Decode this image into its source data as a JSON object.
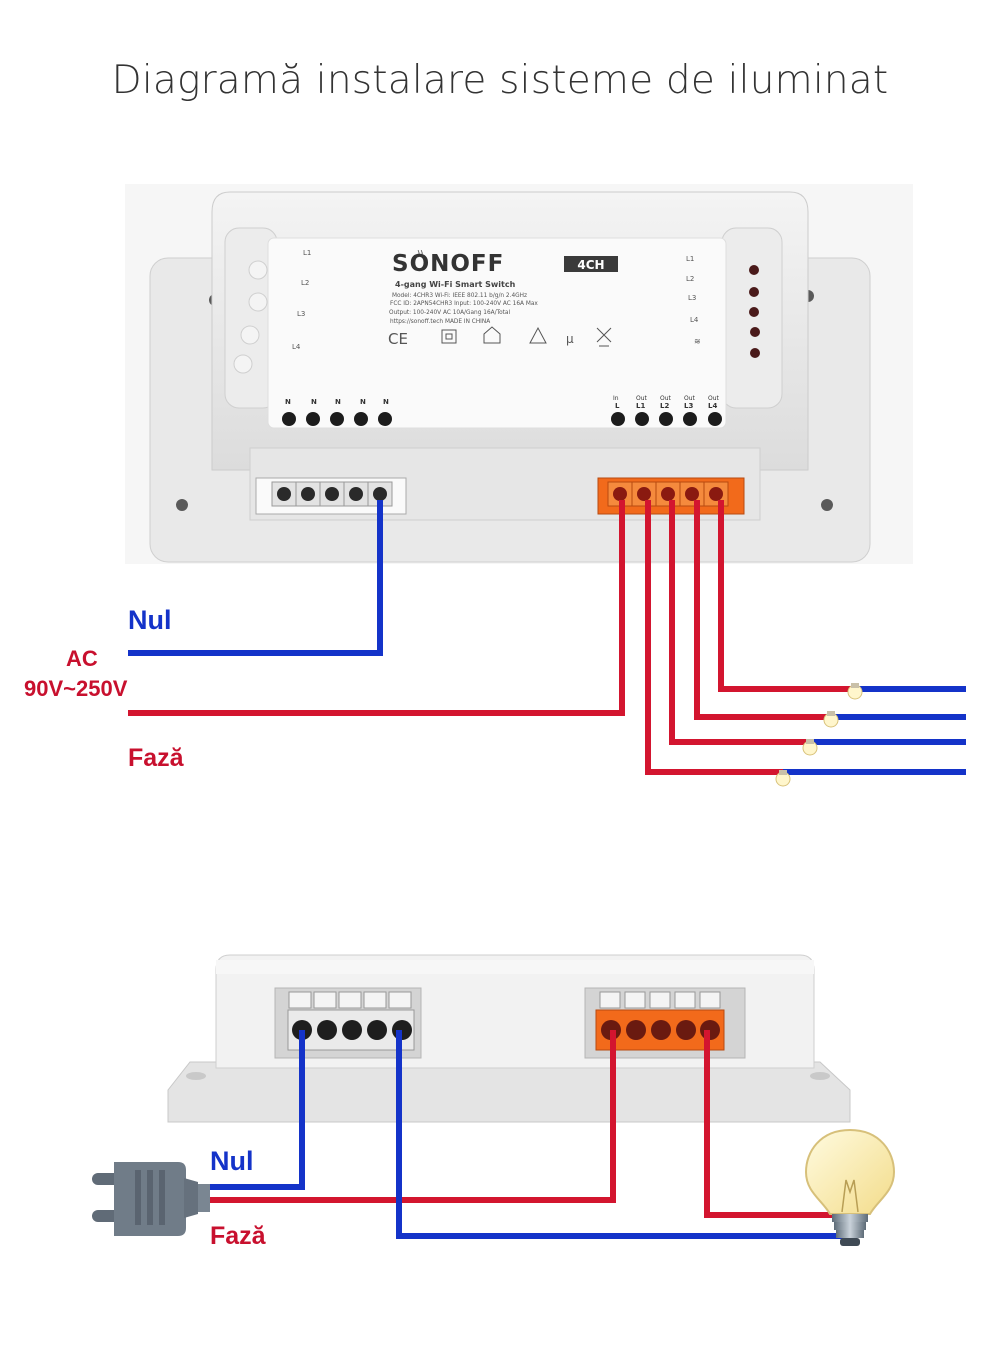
{
  "title": "Diagramă instalare sisteme de iluminat",
  "colors": {
    "neutral_wire": "#1433c9",
    "phase_wire": "#d3152f",
    "terminal_orange": "#f26a1b",
    "device_body": "#f1f1f1"
  },
  "top_diagram": {
    "label_neutral": "Nul",
    "label_ac": "AC",
    "label_voltage": "90V~250V",
    "label_phase": "Fază",
    "device": {
      "brand": "SONOFF",
      "badge": "4CH",
      "subtitle": "4-gang Wi-Fi Smart Switch",
      "spec_lines": [
        "Model: 4CHR3          Wi-Fi: IEEE 802.11 b/g/n 2.4GHz",
        "FCC ID: 2APN54CHR3    Input: 100-240V AC 16A Max",
        "Output: 100-240V AC  10A/Gang  16A/Total",
        "https://sonoff.tech        MADE IN CHINA"
      ],
      "left_leds": [
        "L1",
        "L2",
        "L3",
        "L4"
      ],
      "right_leds": [
        "L1",
        "L2",
        "L3",
        "L4"
      ],
      "neutral_terminals": [
        "N",
        "N",
        "N",
        "N",
        "N"
      ],
      "output_terminals_top": [
        "In",
        "Out",
        "Out",
        "Out",
        "Out"
      ],
      "output_terminals": [
        "L",
        "L1",
        "L2",
        "L3",
        "L4"
      ]
    },
    "lamp_count": 4
  },
  "bottom_diagram": {
    "label_neutral": "Nul",
    "label_phase": "Fază",
    "plug_icon": "power-plug-icon",
    "bulb_icon": "light-bulb-icon"
  }
}
